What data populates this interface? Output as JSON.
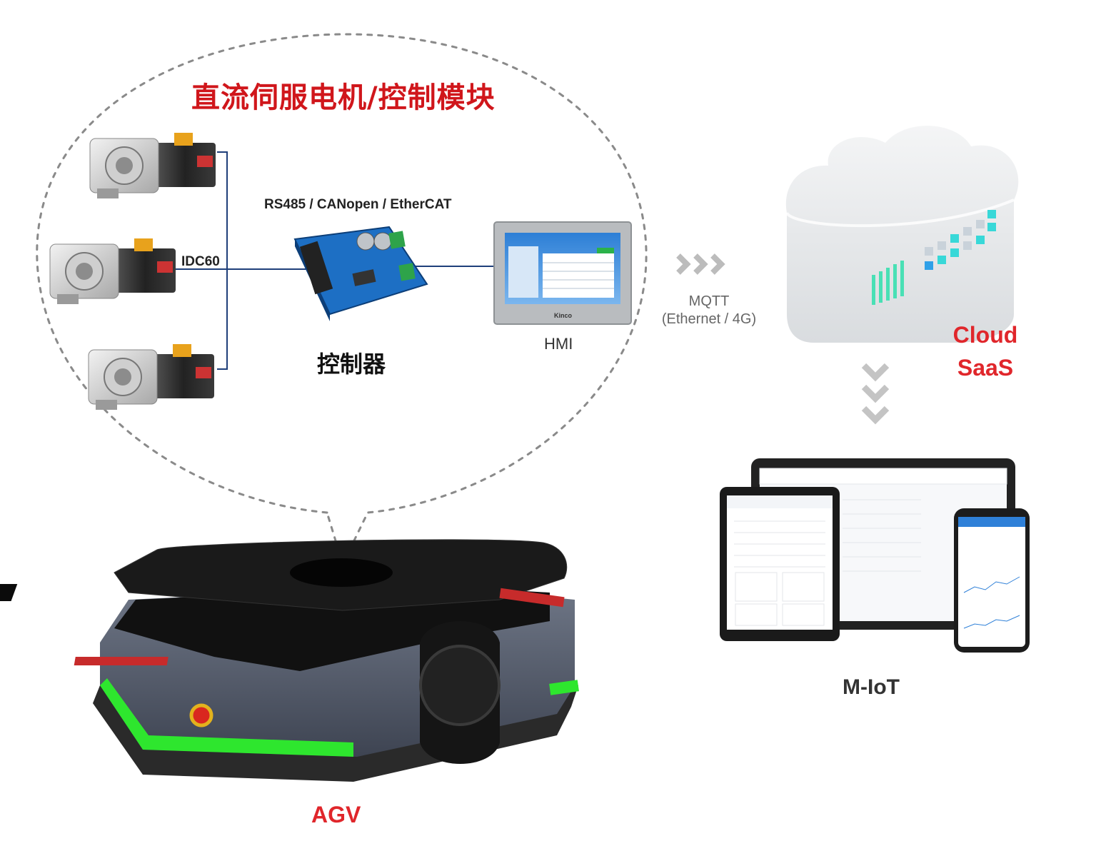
{
  "title": "直流伺服电机/控制模块",
  "protocols": "RS485 / CANopen / EtherCAT",
  "bus_label": "IDC60",
  "controller_label": "控制器",
  "hmi_label": "HMI",
  "link": {
    "line1": "MQTT",
    "line2": "(Ethernet / 4G)"
  },
  "cloud": {
    "line1": "Cloud",
    "line2": "SaaS"
  },
  "miot_label": "M-IoT",
  "agv_label": "AGV",
  "hmi_brand": "Kinco",
  "colors": {
    "accent_red": "#d0161b",
    "wire_blue": "#1f3f7a",
    "bumper_green": "#2ee62e",
    "cloud_cyan": "#38d8d8"
  }
}
